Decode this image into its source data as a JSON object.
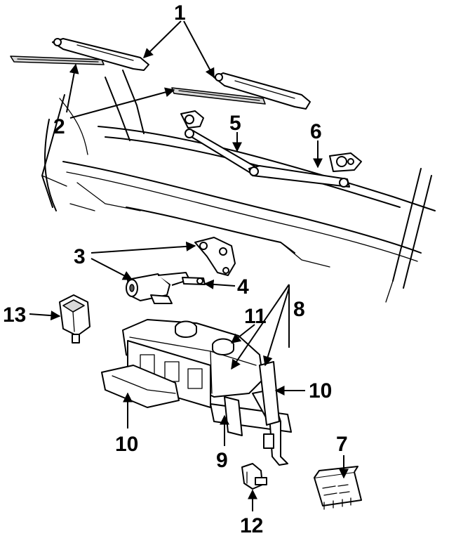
{
  "callouts": [
    {
      "id": "1",
      "text": "1"
    },
    {
      "id": "2",
      "text": "2"
    },
    {
      "id": "3",
      "text": "3"
    },
    {
      "id": "4",
      "text": "4"
    },
    {
      "id": "5",
      "text": "5"
    },
    {
      "id": "6",
      "text": "6"
    },
    {
      "id": "7",
      "text": "7"
    },
    {
      "id": "8",
      "text": "8"
    },
    {
      "id": "9",
      "text": "9"
    },
    {
      "id": "10a",
      "text": "10"
    },
    {
      "id": "10b",
      "text": "10"
    },
    {
      "id": "11",
      "text": "11"
    },
    {
      "id": "12",
      "text": "12"
    },
    {
      "id": "13",
      "text": "13"
    }
  ]
}
